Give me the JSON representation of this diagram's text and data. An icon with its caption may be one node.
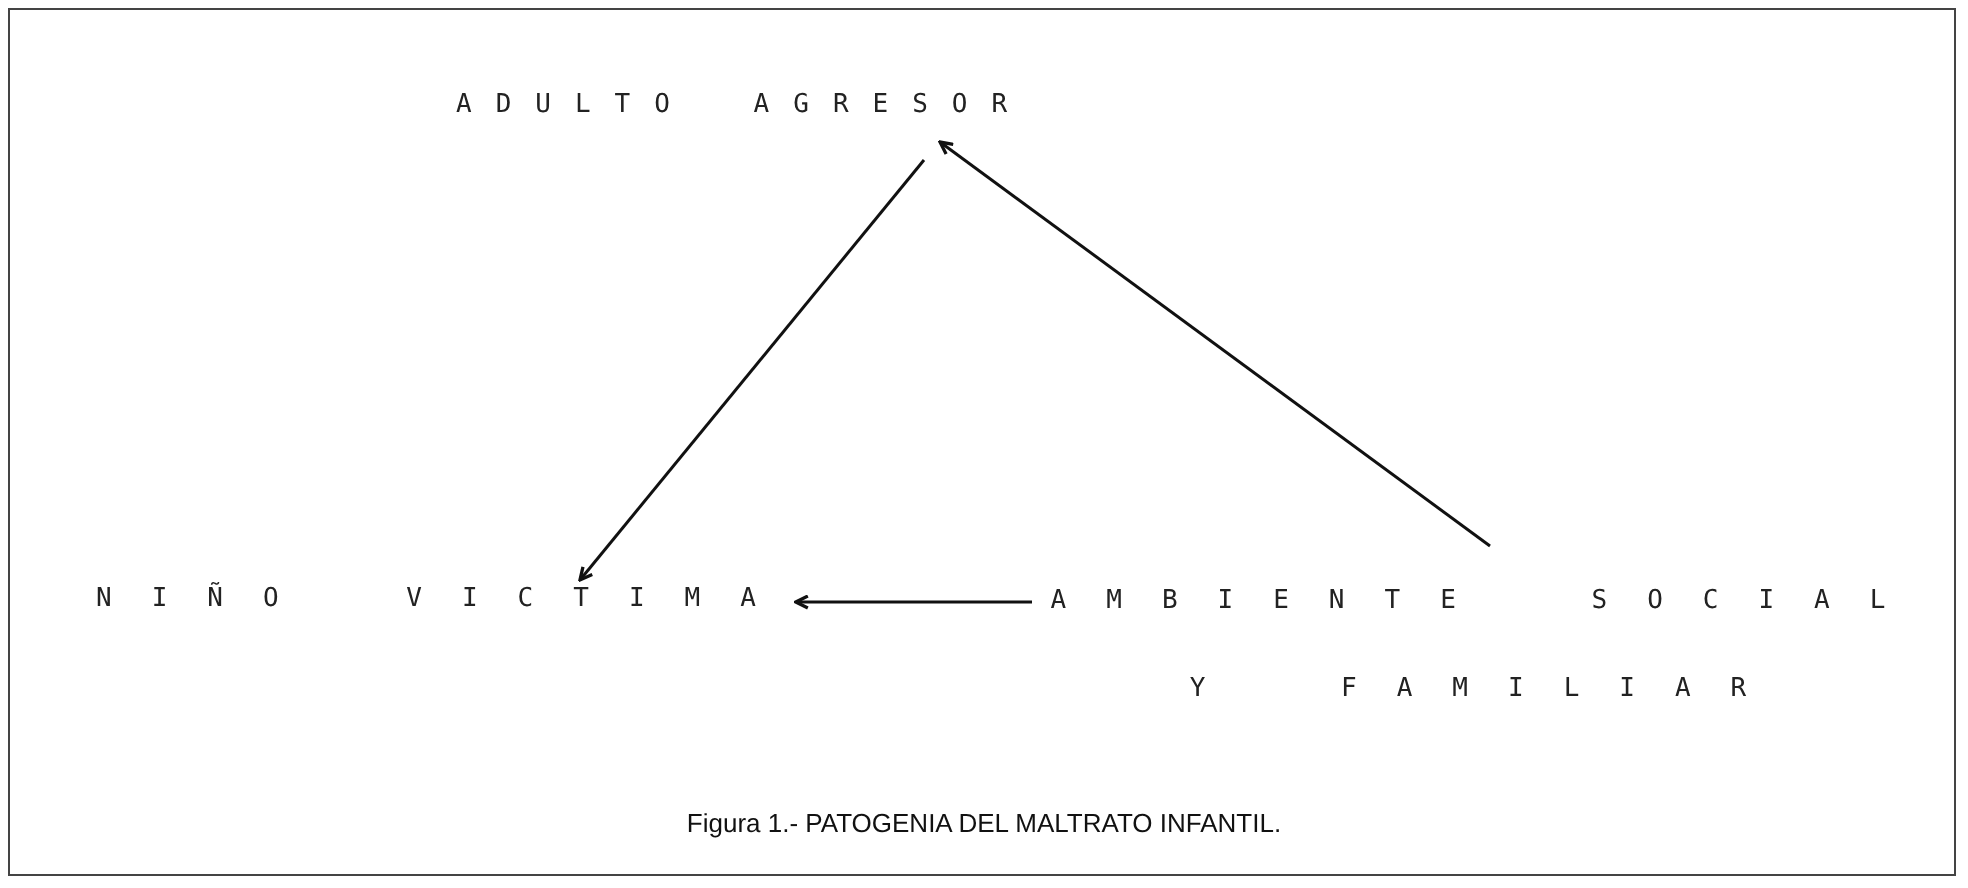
{
  "diagram": {
    "caption": "Figura 1.- PATOGENIA DEL MALTRATO INFANTIL.",
    "nodes": [
      {
        "text": [
          "ADULTO AGRESOR"
        ]
      },
      {
        "text": [
          "NIÑO VICTIMA"
        ]
      },
      {
        "text": [
          "AMBIENTE SOCIAL Y FAMILIAR"
        ]
      }
    ],
    "edges": [
      {
        "from": 0,
        "to": 1,
        "arrow": "to"
      },
      {
        "from": 2,
        "to": 0,
        "arrow": "to"
      },
      {
        "from": 2,
        "to": 1,
        "arrow": "to"
      }
    ]
  }
}
